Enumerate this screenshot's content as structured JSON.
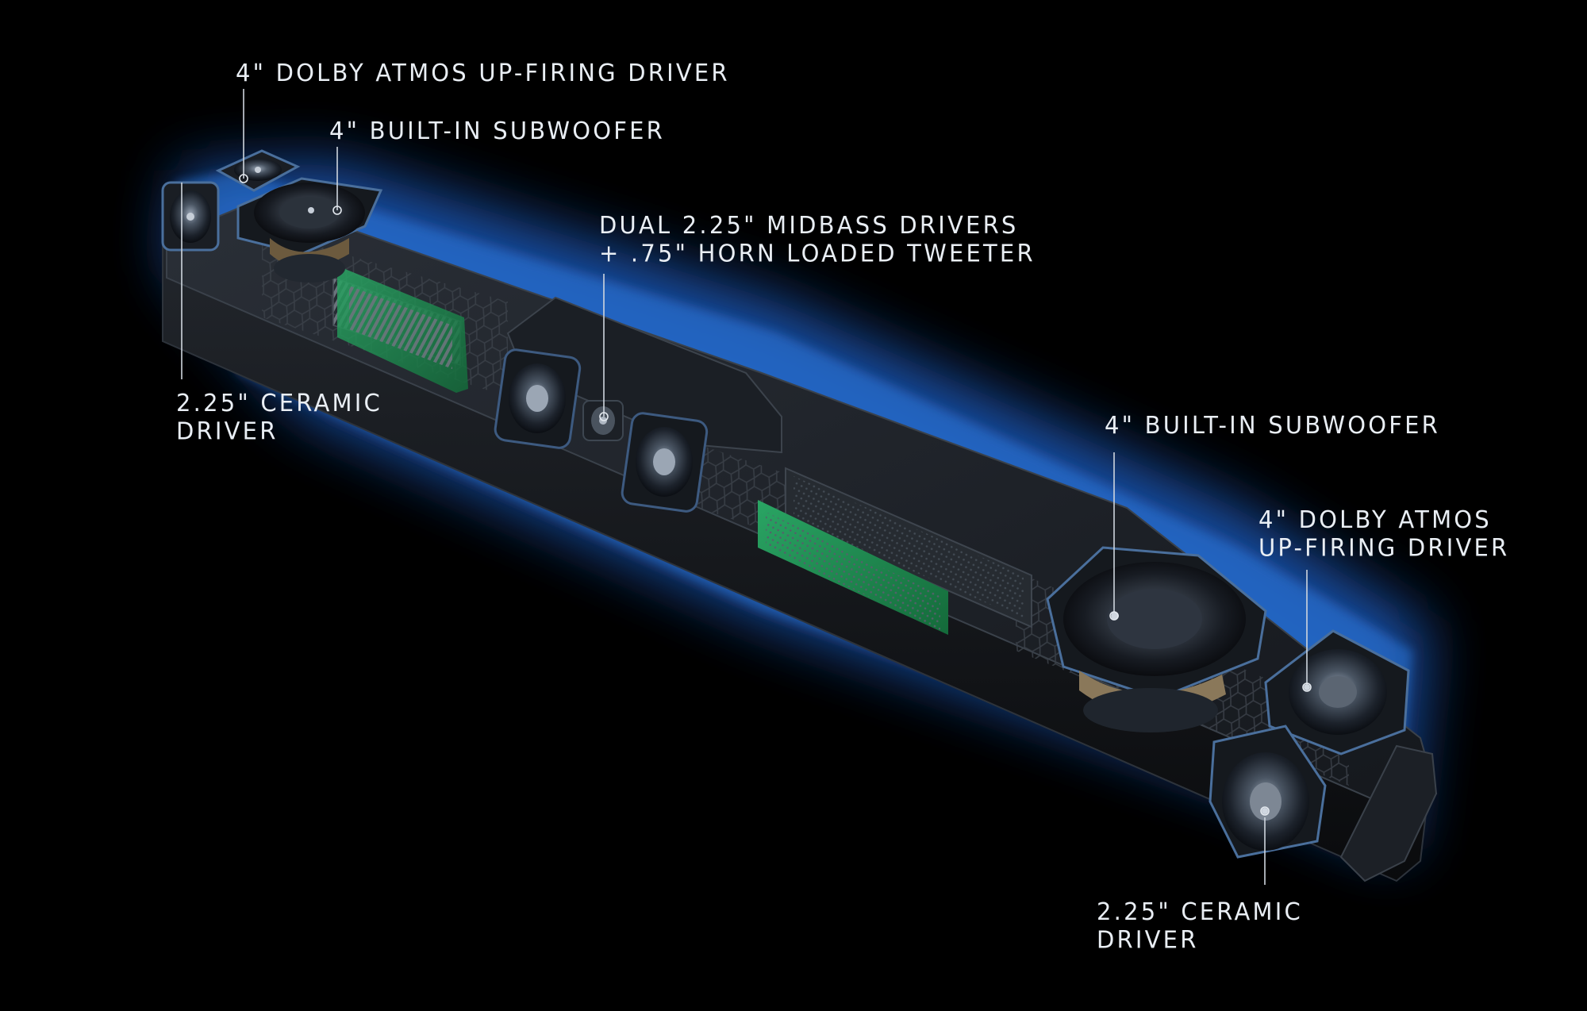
{
  "theme": {
    "background": "#000000",
    "glow": "#1d5bb8",
    "label_color": "#e9eef4",
    "pcb_green": "#1f8a4e"
  },
  "labels": {
    "left_upfiring": [
      "4\" DOLBY ATMOS UP-FIRING DRIVER"
    ],
    "left_subwoofer": [
      "4\" BUILT-IN SUBWOOFER"
    ],
    "center_drivers": [
      "DUAL 2.25\" MIDBASS DRIVERS",
      "+ .75\" HORN LOADED TWEETER"
    ],
    "left_ceramic": [
      "2.25\" CERAMIC",
      "DRIVER"
    ],
    "right_subwoofer": [
      "4\" BUILT-IN SUBWOOFER"
    ],
    "right_upfiring": [
      "4\" DOLBY ATMOS",
      "UP-FIRING DRIVER"
    ],
    "right_ceramic": [
      "2.25\" CERAMIC",
      "DRIVER"
    ]
  }
}
